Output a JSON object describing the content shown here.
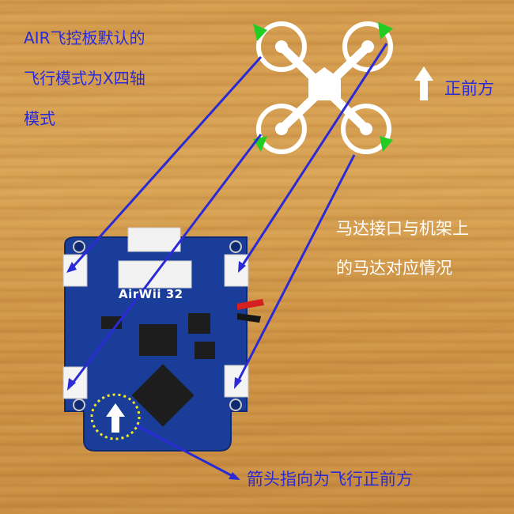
{
  "description": {
    "line1": "AIR飞控板默认的",
    "line2": "飞行模式为X四轴",
    "line3": "模式"
  },
  "front": {
    "label": "正前方"
  },
  "motor_mapping": {
    "line1": "马达接口与机架上",
    "line2": "的马达对应情况"
  },
  "board": {
    "name": "AirWii 32"
  },
  "arrow_note": {
    "label": "箭头指向为飞行正前方"
  },
  "colors": {
    "pointer_lines": "#2a2ad6",
    "rotation_arrows": "#22cc22",
    "board": "#1a3d9a",
    "frame": "#ffffff"
  }
}
